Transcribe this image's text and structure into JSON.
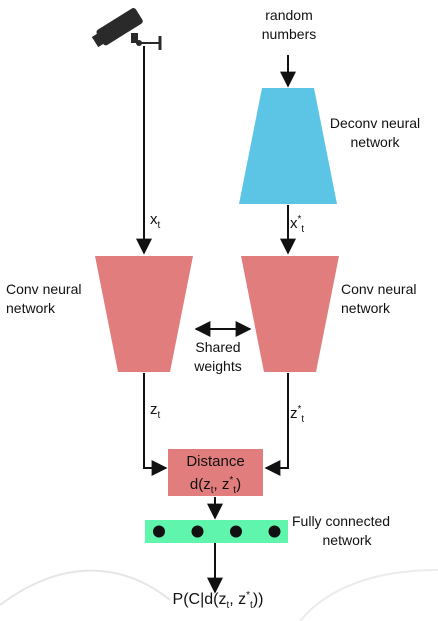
{
  "labels": {
    "random_numbers": [
      "random",
      "numbers"
    ],
    "deconv": [
      "Deconv neural",
      "network"
    ],
    "conv_left": [
      "Conv neural",
      "network"
    ],
    "conv_right": [
      "Conv neural",
      "network"
    ],
    "shared": [
      "Shared",
      "weights"
    ],
    "fully_connected": [
      "Fully connected",
      "network"
    ]
  },
  "variables": {
    "x_t": {
      "base": "x",
      "sub": "t"
    },
    "x_star_t": {
      "base": "x",
      "sup": "*",
      "sub": "t"
    },
    "z_t": {
      "base": "z",
      "sub": "t"
    },
    "z_star_t": {
      "base": "z",
      "sup": "*",
      "sub": "t"
    }
  },
  "distance": {
    "title": "Distance",
    "func": "d(z",
    "sep": ", z",
    "close": ")"
  },
  "output": {
    "prefix": "P(C|d(z",
    "sep": ", z",
    "close": "))"
  },
  "colors": {
    "conv": "#e27d7d",
    "deconv": "#5cc5e6",
    "fc_bar": "#5ff5ad",
    "node": "#111111",
    "camera": "#2a2a2a",
    "distance_bg": "#e27d7d"
  },
  "icons": [
    "camera-icon"
  ],
  "fc_node_count": 4
}
